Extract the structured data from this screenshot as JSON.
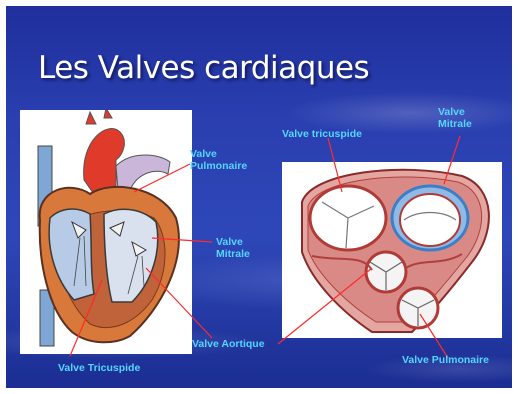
{
  "slide": {
    "title": "Les Valves cardiaques"
  },
  "labels": {
    "valve_pulmonaire_left": "Valve\nPulmonaire",
    "valve_mitrale_left": "Valve\nMitrale",
    "valve_aortique": "Valve Aortique",
    "valve_tricuspide_bottom": "Valve Tricuspide",
    "valve_tricuspide_right": "Valve tricuspide",
    "valve_mitrale_right": "Valve\nMitrale",
    "valve_pulmonaire_right": "Valve Pulmonaire"
  },
  "colors": {
    "label": "#55d6ff",
    "background": "#2a3fb0"
  }
}
